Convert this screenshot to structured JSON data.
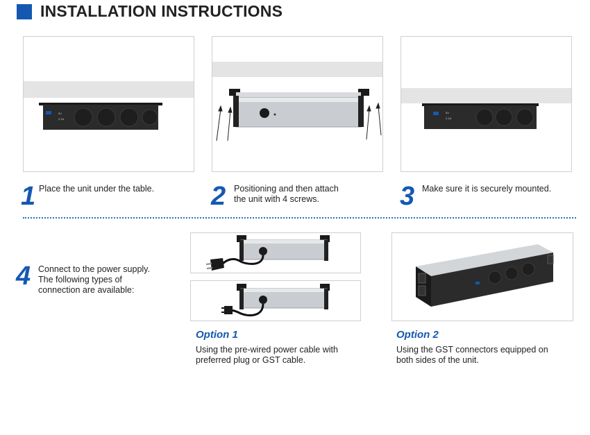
{
  "header": {
    "title": "INSTALLATION INSTRUCTIONS"
  },
  "steps": [
    {
      "number": "1",
      "text": "Place the unit under the table."
    },
    {
      "number": "2",
      "text_line1": "Positioning and then attach",
      "text_line2": "the unit with 4 screws."
    },
    {
      "number": "3",
      "text": "Make sure it is securely mounted."
    },
    {
      "number": "4",
      "text_line1": "Connect to the power supply.",
      "text_line2": "The following types of",
      "text_line3": "connection are available:"
    }
  ],
  "options": [
    {
      "title": "Option 1",
      "text_line1": "Using the pre-wired power cable with",
      "text_line2": "preferred plug or GST cable."
    },
    {
      "title": "Option 2",
      "text_line1": "Using the GST connectors equipped on",
      "text_line2": "both sides of the unit."
    }
  ],
  "device_labels": {
    "usb_a": "5V",
    "usb_b": "2.1A"
  },
  "colors": {
    "accent": "#1558b0",
    "table": "#e4e4e4",
    "unit_body": "#2b2b2b",
    "aluminium": "#c9ccd0"
  },
  "icons": [
    "socket-icon",
    "usb-port-icon",
    "arrow-up-icon",
    "power-plug-icon",
    "gst-plug-icon",
    "cable-gland-icon"
  ]
}
